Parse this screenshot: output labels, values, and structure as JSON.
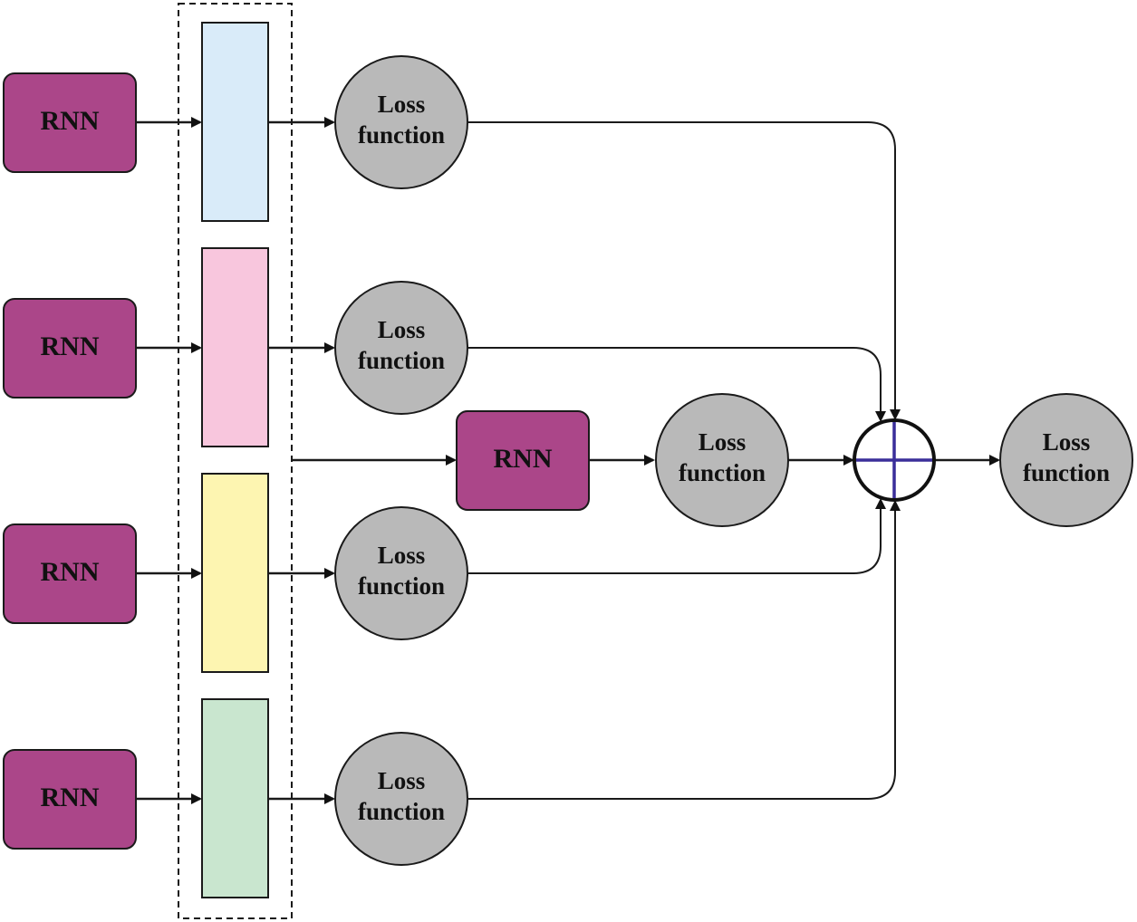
{
  "colors": {
    "rnn_fill": "#ab4689",
    "loss_fill": "#b9b9b9",
    "feature_blue": "#d9ebf9",
    "feature_pink": "#f8c6dd",
    "feature_yellow": "#fdf5b1",
    "feature_green": "#c9e6cf",
    "sum_cross": "#3a2e9a"
  },
  "rnn_left": [
    {
      "label": "RNN"
    },
    {
      "label": "RNN"
    },
    {
      "label": "RNN"
    },
    {
      "label": "RNN"
    }
  ],
  "loss_left": [
    {
      "line1": "Loss",
      "line2": "function"
    },
    {
      "line1": "Loss",
      "line2": "function"
    },
    {
      "line1": "Loss",
      "line2": "function"
    },
    {
      "line1": "Loss",
      "line2": "function"
    }
  ],
  "center_rnn": {
    "label": "RNN"
  },
  "center_loss": {
    "line1": "Loss",
    "line2": "function"
  },
  "sum_node": {
    "icon": "plus-sum-icon"
  },
  "final_loss": {
    "line1": "Loss",
    "line2": "function"
  }
}
